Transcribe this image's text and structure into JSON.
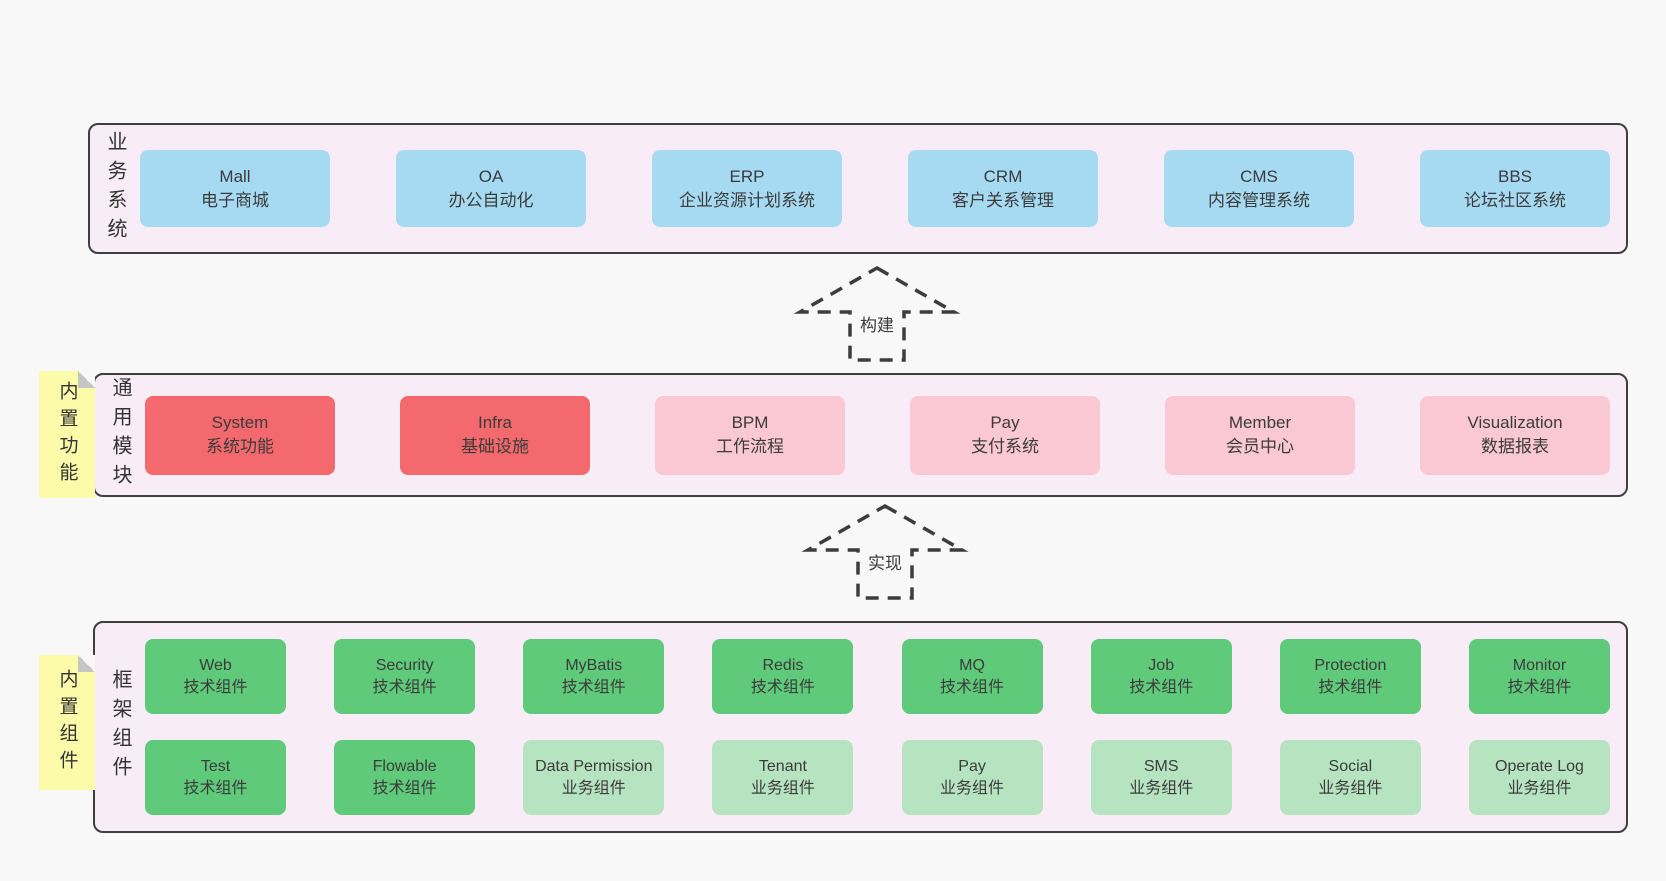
{
  "colors": {
    "page-bg": "#f8f8f8",
    "container-bg": "#f8edf6",
    "container-border": "#3f3f3f",
    "box-blue": "#a6daf3",
    "box-red": "#f4696d",
    "box-pink": "#f9c8d3",
    "box-green": "#5fca7a",
    "box-lightgreen": "#b7e4c0",
    "note-yellow": "#fbfba9",
    "note-fold": "#c6c6c6",
    "text": "#3b3b3b"
  },
  "arrows": [
    {
      "label": "构建"
    },
    {
      "label": "实现"
    }
  ],
  "layers": [
    {
      "label": "业务系统",
      "boxes": [
        {
          "title": "Mall",
          "subtitle": "电子商城"
        },
        {
          "title": "OA",
          "subtitle": "办公自动化"
        },
        {
          "title": "ERP",
          "subtitle": "企业资源计划系统"
        },
        {
          "title": "CRM",
          "subtitle": "客户关系管理"
        },
        {
          "title": "CMS",
          "subtitle": "内容管理系统"
        },
        {
          "title": "BBS",
          "subtitle": "论坛社区系统"
        }
      ]
    },
    {
      "label": "通用模块",
      "note": "内置功能",
      "boxes": [
        {
          "title": "System",
          "subtitle": "系统功能"
        },
        {
          "title": "Infra",
          "subtitle": "基础设施"
        },
        {
          "title": "BPM",
          "subtitle": "工作流程"
        },
        {
          "title": "Pay",
          "subtitle": "支付系统"
        },
        {
          "title": "Member",
          "subtitle": "会员中心"
        },
        {
          "title": "Visualization",
          "subtitle": "数据报表"
        }
      ]
    },
    {
      "label": "框架组件",
      "note": "内置组件",
      "rows": [
        [
          {
            "title": "Web",
            "subtitle": "技术组件"
          },
          {
            "title": "Security",
            "subtitle": "技术组件"
          },
          {
            "title": "MyBatis",
            "subtitle": "技术组件"
          },
          {
            "title": "Redis",
            "subtitle": "技术组件"
          },
          {
            "title": "MQ",
            "subtitle": "技术组件"
          },
          {
            "title": "Job",
            "subtitle": "技术组件"
          },
          {
            "title": "Protection",
            "subtitle": "技术组件"
          },
          {
            "title": "Monitor",
            "subtitle": "技术组件"
          }
        ],
        [
          {
            "title": "Test",
            "subtitle": "技术组件"
          },
          {
            "title": "Flowable",
            "subtitle": "技术组件"
          },
          {
            "title": "Data Permission",
            "subtitle": "业务组件"
          },
          {
            "title": "Tenant",
            "subtitle": "业务组件"
          },
          {
            "title": "Pay",
            "subtitle": "业务组件"
          },
          {
            "title": "SMS",
            "subtitle": "业务组件"
          },
          {
            "title": "Social",
            "subtitle": "业务组件"
          },
          {
            "title": "Operate Log",
            "subtitle": "业务组件"
          }
        ]
      ]
    }
  ]
}
